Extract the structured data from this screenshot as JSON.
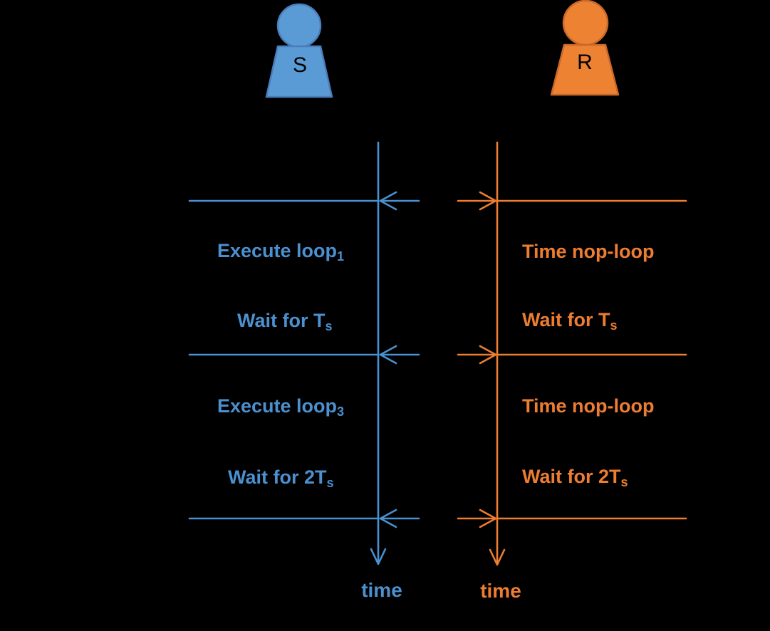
{
  "colors": {
    "background": "#000000",
    "blue": "#4B90CF",
    "blue-fill": "#5B9BD5",
    "blue-stroke": "#4A7EBB",
    "orange": "#ED7D31",
    "orange-fill": "#EE8233",
    "orange-stroke": "#C9682A",
    "actor-letter": "#000000"
  },
  "actors": {
    "sender": {
      "label": "S"
    },
    "receiver": {
      "label": "R"
    }
  },
  "sender_steps": [
    {
      "label": "Execute loop",
      "subscript": "1"
    },
    {
      "label": "Wait for T",
      "subscript": "s"
    },
    {
      "label": "Execute loop",
      "subscript": "3"
    },
    {
      "label": "Wait for 2T",
      "subscript": "s"
    }
  ],
  "receiver_steps": [
    {
      "label": "Time nop-loop",
      "subscript": ""
    },
    {
      "label": "Wait for T",
      "subscript": "s"
    },
    {
      "label": "Time nop-loop",
      "subscript": ""
    },
    {
      "label": "Wait for 2T",
      "subscript": "s"
    }
  ],
  "time_axis": {
    "sender_label": "time",
    "receiver_label": "time"
  }
}
